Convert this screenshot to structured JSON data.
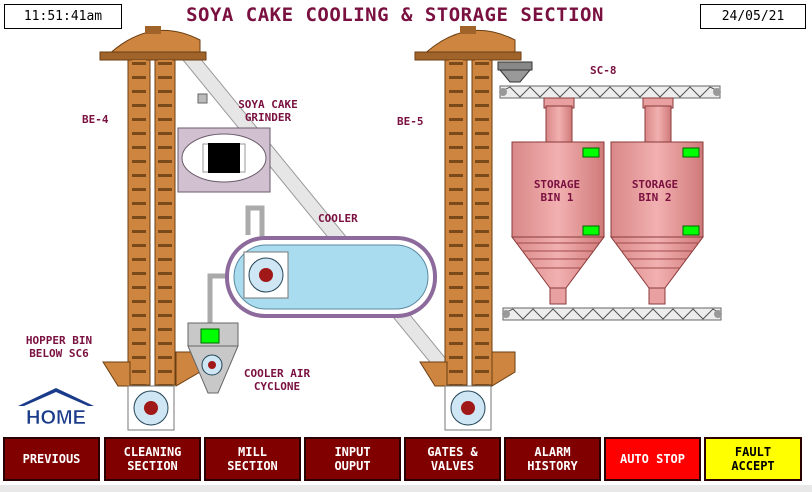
{
  "header": {
    "time": "11:51:41am",
    "title": "SOYA CAKE COOLING & STORAGE SECTION",
    "date": "24/05/21"
  },
  "labels": {
    "be4": "BE-4",
    "be5": "BE-5",
    "grinder": "SOYA CAKE\nGRINDER",
    "cooler": "COOLER",
    "hopper": "HOPPER BIN\nBELOW SC6",
    "cyclone": "COOLER AIR\nCYCLONE",
    "sc8": "SC-8",
    "bin1": "STORAGE\nBIN 1",
    "bin2": "STORAGE\nBIN 2"
  },
  "home": {
    "label": "HOME"
  },
  "nav": [
    {
      "label": "PREVIOUS"
    },
    {
      "label": "CLEANING\nSECTION"
    },
    {
      "label": "MILL\nSECTION"
    },
    {
      "label": "INPUT\nOUPUT"
    },
    {
      "label": "GATES &\nVALVES"
    },
    {
      "label": "ALARM\nHISTORY"
    },
    {
      "label": "AUTO STOP"
    },
    {
      "label": "FAULT\nACCEPT"
    }
  ],
  "colors": {
    "elevator": "#cd853f",
    "elevator_dark": "#8b5a2b",
    "cooler_fill": "#aadcf0",
    "bin_fill": "#e8a0a0",
    "status_green": "#00ff00",
    "button": "#800000",
    "auto_stop": "#ff0000",
    "fault_accept": "#ffff00"
  }
}
